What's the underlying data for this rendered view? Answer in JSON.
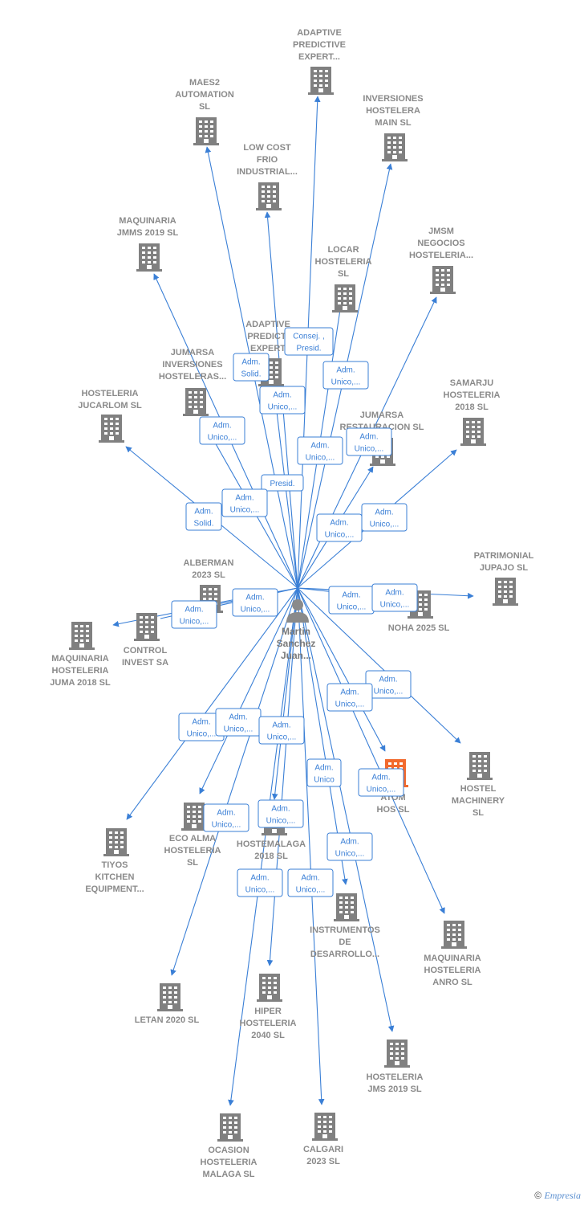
{
  "center": {
    "label_lines": [
      "Martin",
      "Sanchez",
      "Juan..."
    ]
  },
  "colors": {
    "edge": "#3a7fd6",
    "building": "#808080",
    "highlight_building": "#f26a2e",
    "label": "#8a8a8a"
  },
  "companies": [
    {
      "id": "adaptive1",
      "lines": [
        "ADAPTIVE",
        "PREDICTIVE",
        "EXPERT..."
      ]
    },
    {
      "id": "maes2",
      "lines": [
        "MAES2",
        "AUTOMATION",
        "SL"
      ]
    },
    {
      "id": "inversiones_main",
      "lines": [
        "INVERSIONES",
        "HOSTELERA",
        "MAIN  SL"
      ]
    },
    {
      "id": "lowcost",
      "lines": [
        "LOW COST",
        "FRIO",
        "INDUSTRIAL..."
      ]
    },
    {
      "id": "jmms",
      "lines": [
        "MAQUINARIA",
        "JMMS 2019  SL"
      ]
    },
    {
      "id": "jmsm",
      "lines": [
        "JMSM",
        "NEGOCIOS",
        "HOSTELERIA..."
      ]
    },
    {
      "id": "locar",
      "lines": [
        "LOCAR",
        "HOSTELERIA",
        "SL"
      ]
    },
    {
      "id": "adaptive2",
      "lines": [
        "ADAPTIVE",
        "PREDICTI",
        "EXPERT"
      ]
    },
    {
      "id": "jumarsa_inv",
      "lines": [
        "JUMARSA",
        "INVERSIONES",
        "HOSTELERAS..."
      ]
    },
    {
      "id": "samarju",
      "lines": [
        "SAMARJU",
        "HOSTELERIA",
        "2018  SL"
      ]
    },
    {
      "id": "jucarlom",
      "lines": [
        "HOSTELERIA",
        "JUCARLOM  SL"
      ]
    },
    {
      "id": "jumarsa_rest",
      "lines": [
        "JUMARSA",
        "RESTAURACION SL"
      ]
    },
    {
      "id": "patrimonial",
      "lines": [
        "PATRIMONIAL",
        "JUPAJO SL"
      ]
    },
    {
      "id": "alberman",
      "lines": [
        "ALBERMAN",
        "2023  SL"
      ]
    },
    {
      "id": "noha",
      "lines": [
        "NOHA 2025  SL"
      ]
    },
    {
      "id": "juma2018",
      "lines": [
        "MAQUINARIA",
        "HOSTELERIA",
        "JUMA 2018  SL"
      ]
    },
    {
      "id": "control",
      "lines": [
        "CONTROL",
        "INVEST SA"
      ]
    },
    {
      "id": "hostel_machinery",
      "lines": [
        "HOSTEL",
        "MACHINERY",
        "SL"
      ]
    },
    {
      "id": "atom",
      "lines": [
        "ATOM",
        "HOS  SL"
      ]
    },
    {
      "id": "tiyos",
      "lines": [
        "TIYOS",
        "KITCHEN",
        "EQUIPMENT..."
      ]
    },
    {
      "id": "ecoalma",
      "lines": [
        "ECO ALMA",
        "HOSTELERIA",
        "SL"
      ]
    },
    {
      "id": "hostemalaga",
      "lines": [
        "HOSTEMALAGA",
        "2018  SL"
      ]
    },
    {
      "id": "instrumentos",
      "lines": [
        "INSTRUMENTOS",
        "DE",
        "DESARROLLO..."
      ]
    },
    {
      "id": "anro",
      "lines": [
        "MAQUINARIA",
        "HOSTELERIA",
        "ANRO  SL"
      ]
    },
    {
      "id": "letan",
      "lines": [
        "LETAN 2020  SL"
      ]
    },
    {
      "id": "hiper",
      "lines": [
        "HIPER",
        "HOSTELERIA",
        "2040  SL"
      ]
    },
    {
      "id": "jms2019",
      "lines": [
        "HOSTELERIA",
        "JMS 2019  SL"
      ]
    },
    {
      "id": "ocasion",
      "lines": [
        "OCASION",
        "HOSTELERIA",
        "MALAGA  SL"
      ]
    },
    {
      "id": "calgari",
      "lines": [
        "CALGARI",
        "2023  SL"
      ]
    }
  ],
  "relations": [
    {
      "lines": [
        "Consej. ,",
        "Presid."
      ]
    },
    {
      "lines": [
        "Adm.",
        "Solid."
      ]
    },
    {
      "lines": [
        "Adm.",
        "Unico,..."
      ]
    },
    {
      "lines": [
        "Adm.",
        "Unico,..."
      ]
    },
    {
      "lines": [
        "Adm.",
        "Unico,..."
      ]
    },
    {
      "lines": [
        "Adm.",
        "Unico,..."
      ]
    },
    {
      "lines": [
        "Adm.",
        "Unico,..."
      ]
    },
    {
      "lines": [
        "Presid."
      ]
    },
    {
      "lines": [
        "Adm.",
        "Unico,..."
      ]
    },
    {
      "lines": [
        "Adm.",
        "Solid."
      ]
    },
    {
      "lines": [
        "Adm.",
        "Unico,..."
      ]
    },
    {
      "lines": [
        "Adm.",
        "Unico,..."
      ]
    },
    {
      "lines": [
        "Adm.",
        "Unico,..."
      ]
    },
    {
      "lines": [
        "Adm.",
        "Unico,..."
      ]
    },
    {
      "lines": [
        "Adm.",
        "Unico,..."
      ]
    },
    {
      "lines": [
        "Adm.",
        "Unico,..."
      ]
    },
    {
      "lines": [
        "Adm.",
        "Unico,..."
      ]
    },
    {
      "lines": [
        "Adm.",
        "Unico,..."
      ]
    },
    {
      "lines": [
        "Adm.",
        "Unico,..."
      ]
    },
    {
      "lines": [
        "Adm.",
        "Unico,..."
      ]
    },
    {
      "lines": [
        "Adm.",
        "Unico,..."
      ]
    },
    {
      "lines": [
        "Adm.",
        "Unico"
      ]
    },
    {
      "lines": [
        "Adm.",
        "Unico,..."
      ]
    },
    {
      "lines": [
        "Adm.",
        "Unico,..."
      ]
    },
    {
      "lines": [
        "Adm.",
        "Unico,..."
      ]
    },
    {
      "lines": [
        "Adm.",
        "Unico,..."
      ]
    },
    {
      "lines": [
        "Adm.",
        "Unico,..."
      ]
    },
    {
      "lines": [
        "Adm.",
        "Unico,..."
      ]
    }
  ],
  "footer": {
    "copyright": "©",
    "brand": "Empresia"
  }
}
